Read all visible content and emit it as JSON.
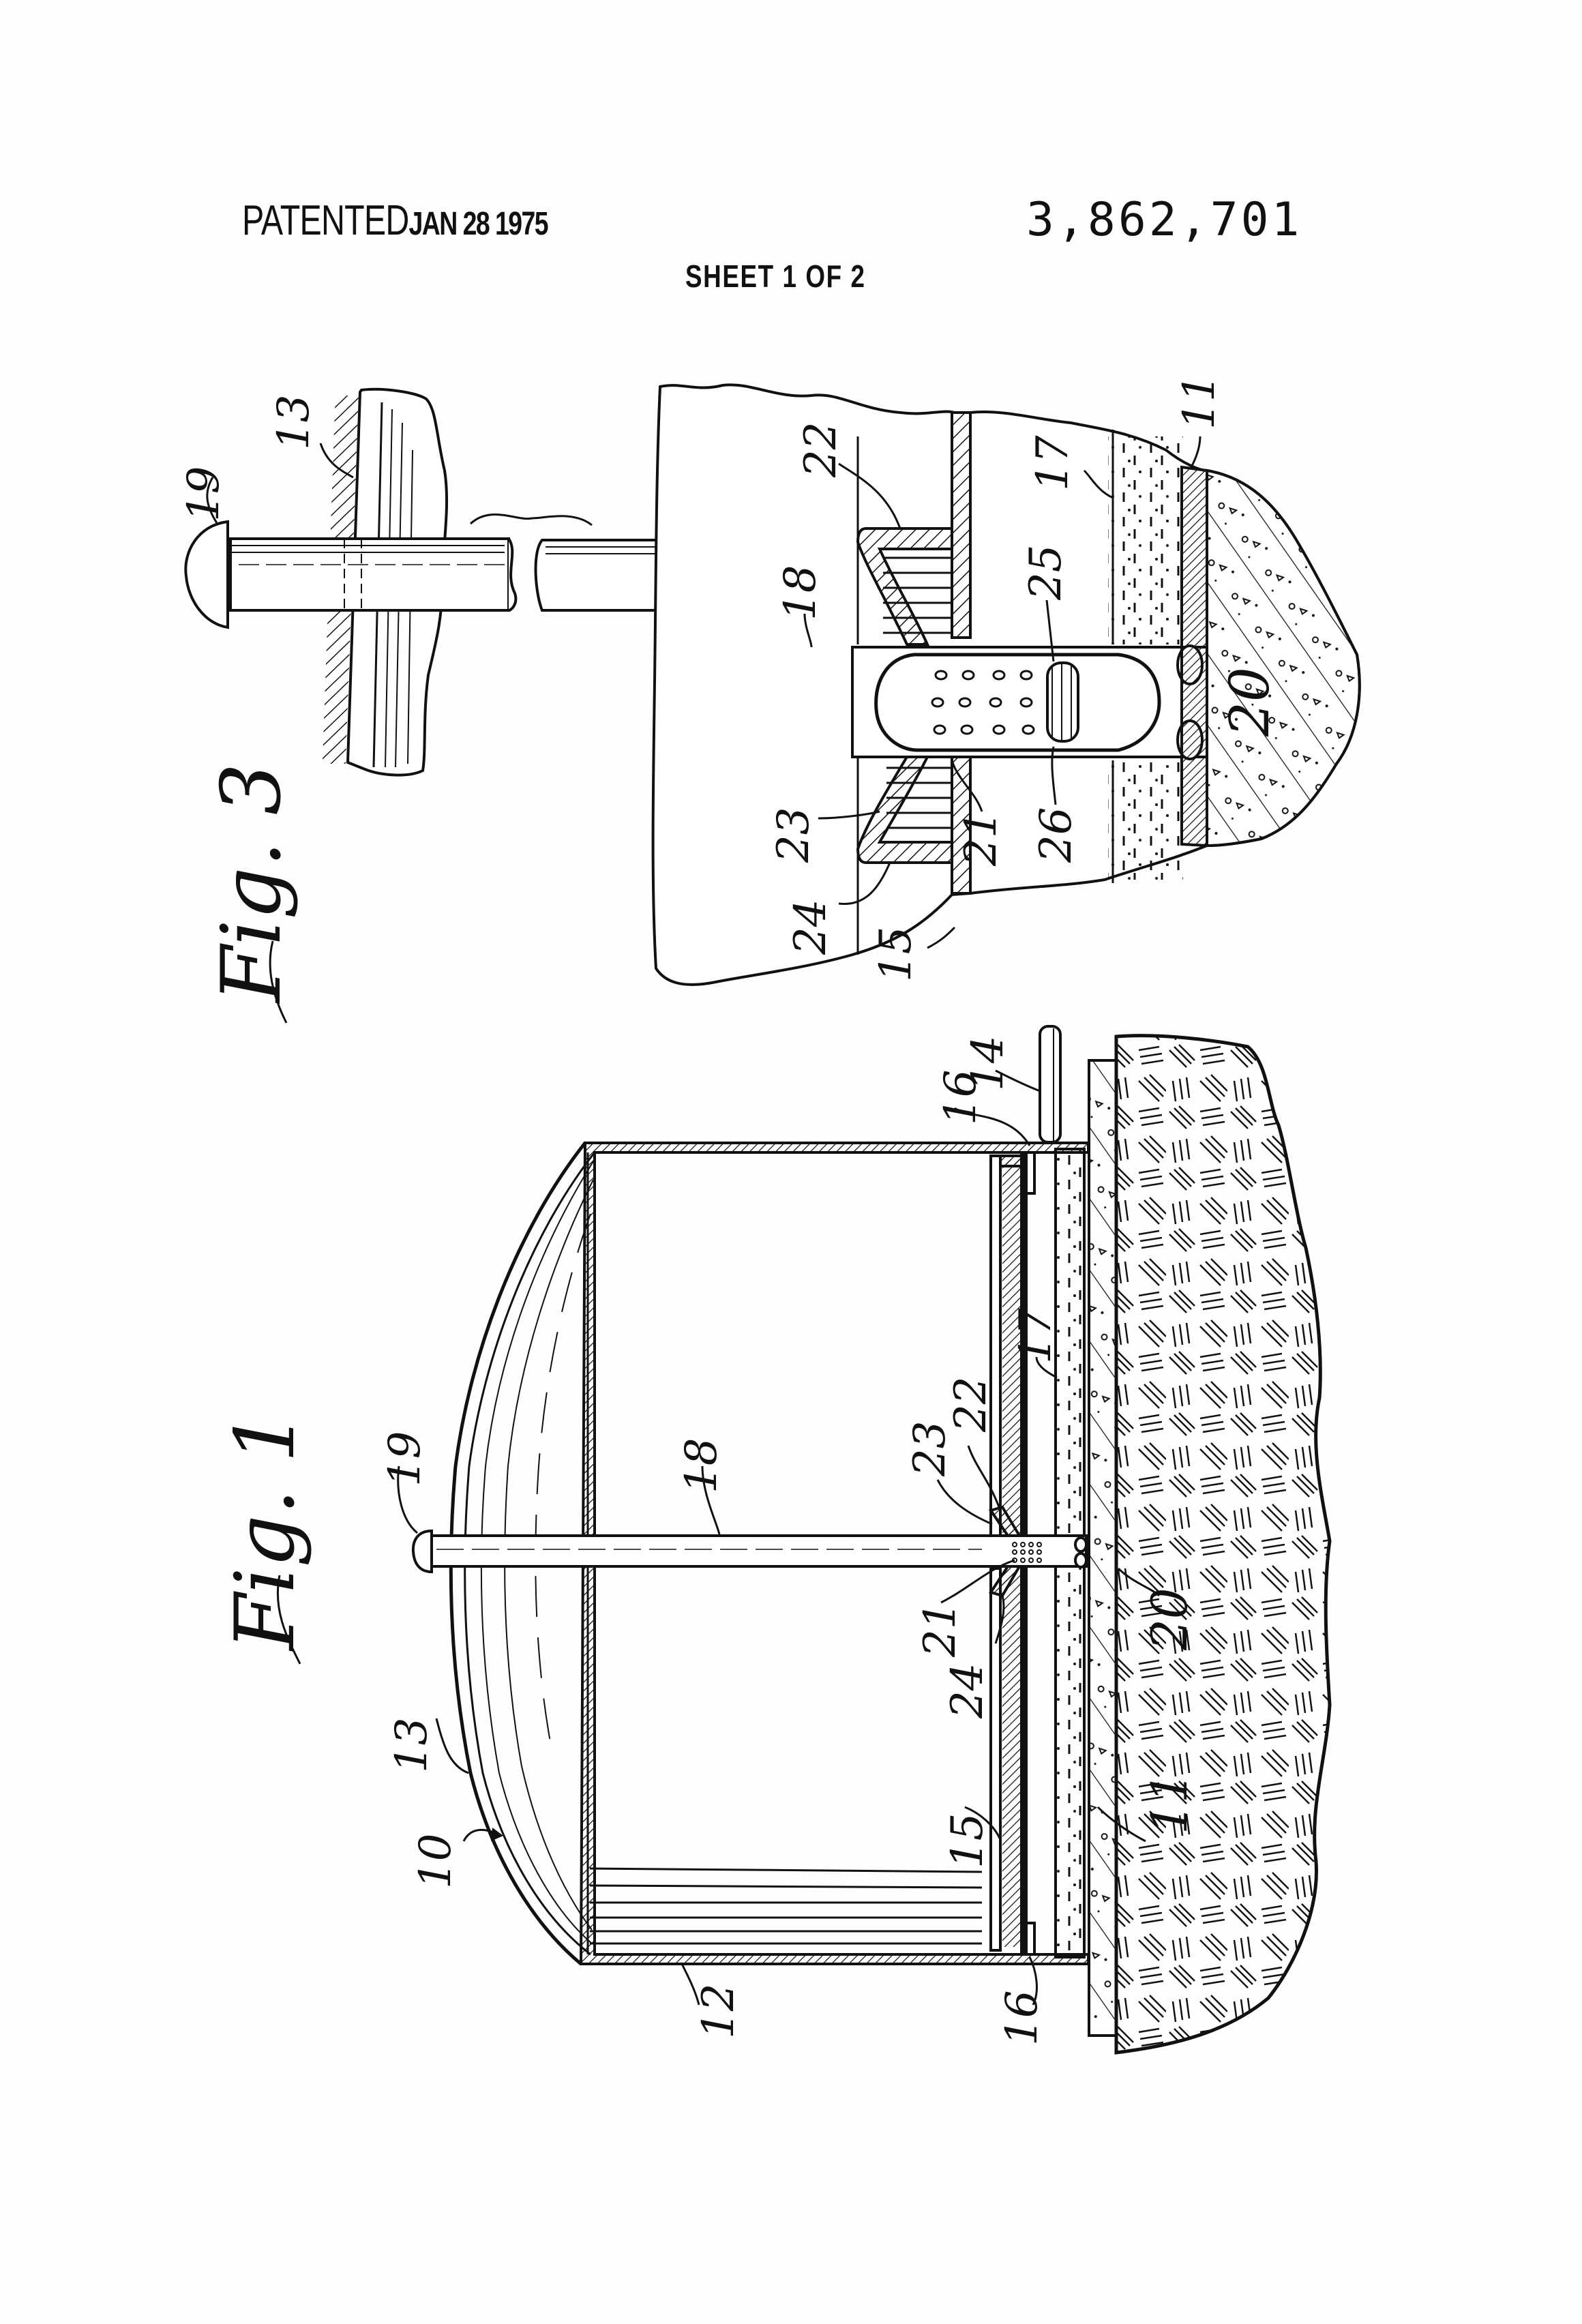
{
  "header": {
    "patented_label": "PATENTED",
    "patented_date": "JAN 28 1975",
    "patent_number": "3,862,701",
    "sheet": "SHEET 1 OF 2"
  },
  "figures": [
    {
      "id": "fig3",
      "label": "Fig. 3",
      "reference_numerals": [
        "19",
        "13",
        "22",
        "18",
        "25",
        "17",
        "11",
        "23",
        "24",
        "15",
        "21",
        "26",
        "20"
      ]
    },
    {
      "id": "fig1",
      "label": "Fig. 1",
      "reference_numerals": [
        "19",
        "18",
        "13",
        "10",
        "12",
        "16",
        "14",
        "16",
        "17",
        "22",
        "23",
        "21",
        "24",
        "15",
        "20",
        "11"
      ]
    }
  ],
  "labels": {
    "fig3": {
      "r19": "19",
      "r13": "13",
      "r22": "22",
      "r18": "18",
      "r25": "25",
      "r17": "17",
      "r11": "11",
      "r23": "23",
      "r24": "24",
      "r15": "15",
      "r21": "21",
      "r26": "26",
      "r20": "20",
      "title": "Fig. 3"
    },
    "fig1": {
      "r19": "19",
      "r18": "18",
      "r13": "13",
      "r10": "10",
      "r12": "12",
      "r16a": "16",
      "r14": "14",
      "r16b": "16",
      "r17": "17",
      "r22": "22",
      "r23": "23",
      "r21": "21",
      "r24": "24",
      "r15": "15",
      "r20": "20",
      "r11": "11",
      "title": "Fig. 1"
    }
  },
  "colors": {
    "ink": "#111111",
    "paper": "#fefefe"
  }
}
